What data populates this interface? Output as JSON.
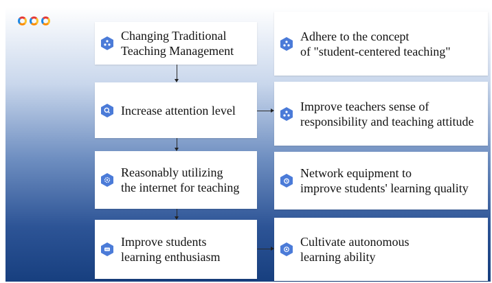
{
  "colors": {
    "hexagon": "#4b7bd8",
    "connector": "#2a2a2a"
  },
  "left_column": [
    {
      "label": "Changing Traditional\nTeaching Management",
      "icon": "people-icon"
    },
    {
      "label": "Increase attention level",
      "icon": "search-icon"
    },
    {
      "label": "Reasonably utilizing\n the internet for teaching",
      "icon": "gear-icon"
    },
    {
      "label": "Improve students\nlearning enthusiasm",
      "icon": "chat-icon"
    }
  ],
  "right_column": [
    {
      "label": "Adhere to the concept\nof \"student-centered teaching\"",
      "icon": "people-icon"
    },
    {
      "label": "Improve teachers sense of\nresponsibility and teaching attitude",
      "icon": "people-icon"
    },
    {
      "label": "Network equipment to\nimprove students' learning quality",
      "icon": "alarm-icon"
    },
    {
      "label": "Cultivate autonomous\nlearning ability",
      "icon": "target-icon"
    }
  ]
}
